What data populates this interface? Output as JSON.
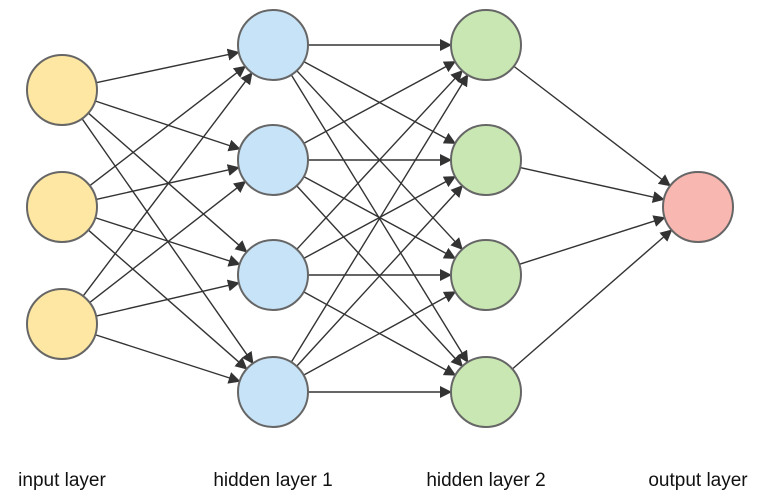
{
  "colors": {
    "input": "#fde7a3",
    "hidden1": "#c7e3f7",
    "hidden2": "#c9e7b2",
    "output": "#f8b7b0",
    "stroke": "#666666",
    "edge": "#333333"
  },
  "labels": {
    "input": "input layer",
    "hidden1": "hidden layer 1",
    "hidden2": "hidden layer 2",
    "output": "output layer"
  },
  "layers": [
    {
      "key": "input",
      "count": 3
    },
    {
      "key": "hidden1",
      "count": 4
    },
    {
      "key": "hidden2",
      "count": 4
    },
    {
      "key": "output",
      "count": 1
    }
  ]
}
